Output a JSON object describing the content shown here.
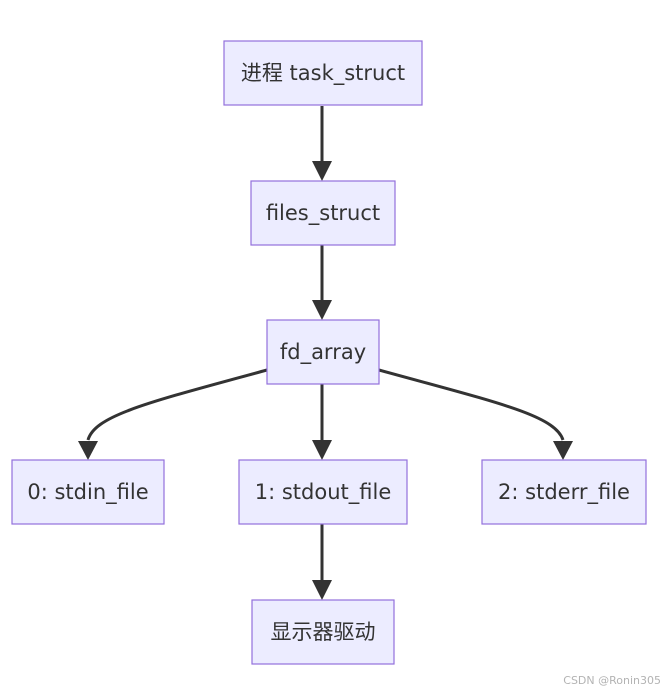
{
  "nodes": {
    "task_struct": "进程 task_struct",
    "files_struct": "files_struct",
    "fd_array": "fd_array",
    "stdin": "0: stdin_file",
    "stdout": "1: stdout_file",
    "stderr": "2: stderr_file",
    "driver": "显示器驱动"
  },
  "watermark": "CSDN @Ronin305"
}
